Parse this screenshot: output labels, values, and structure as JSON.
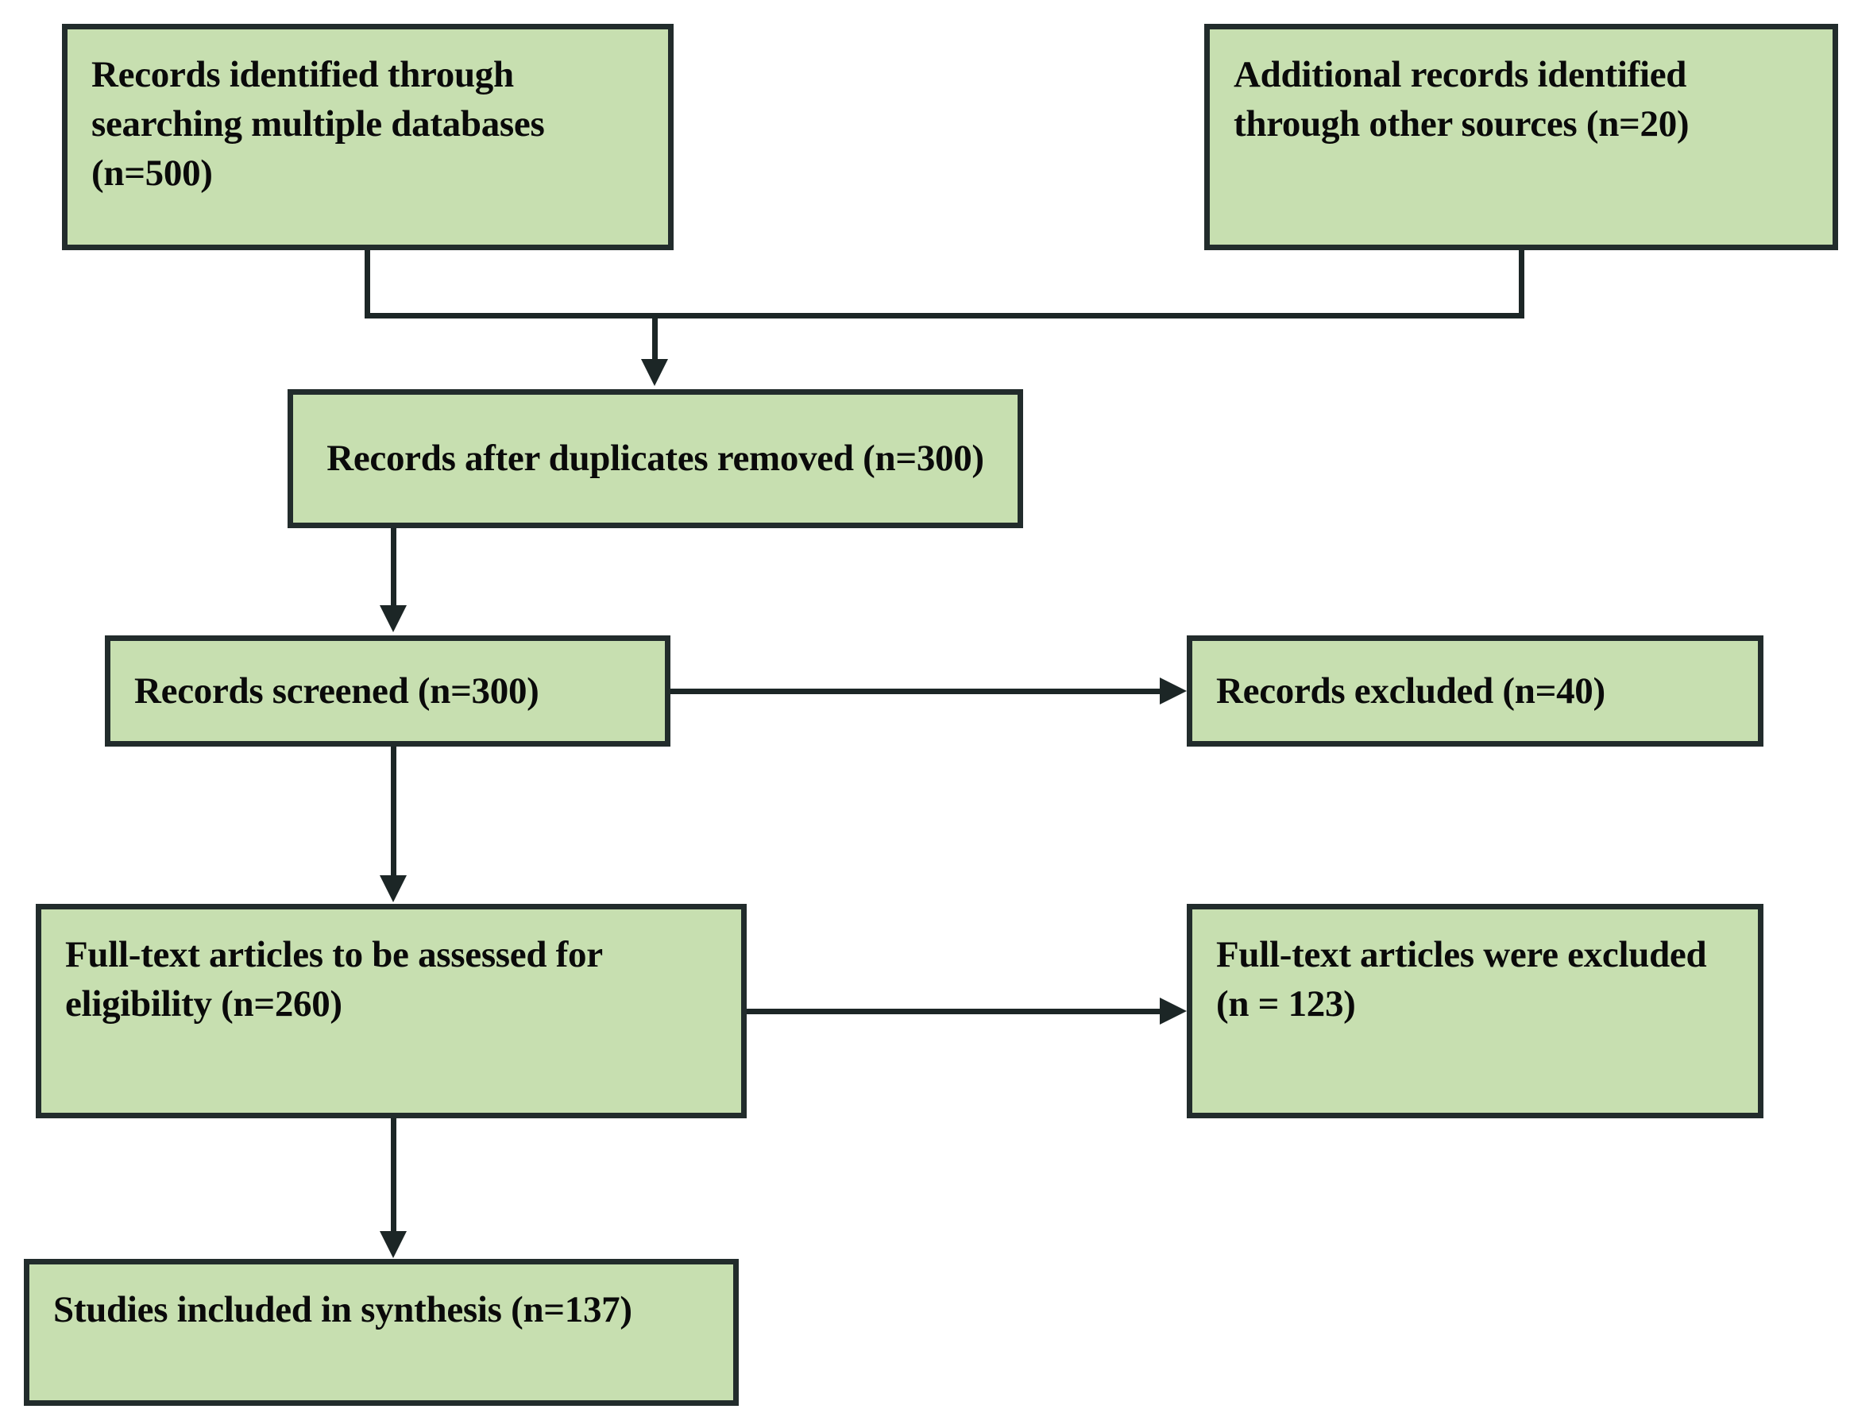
{
  "diagram": {
    "type": "prisma-flow-diagram",
    "title": "PRISMA study selection flow diagram",
    "colors": {
      "box_fill": "#c7dfb0",
      "box_border": "#222c2c",
      "connector": "#1c2626",
      "text": "#0a0a0a",
      "background": "#ffffff"
    },
    "boxes": [
      {
        "id": "identified-databases",
        "text": "Records identified through searching multiple databases (n=500)",
        "count_label": "n=500",
        "count": 500,
        "align": "left"
      },
      {
        "id": "additional-records",
        "text": "Additional records identified through other sources (n=20)",
        "count_label": "n=20",
        "count": 20,
        "align": "left"
      },
      {
        "id": "duplicates-removed",
        "text": "Records after duplicates removed (n=300)",
        "count_label": "n=300",
        "count": 300,
        "align": "center"
      },
      {
        "id": "records-screened",
        "text": "Records screened (n=300)",
        "count_label": "n=300",
        "count": 300,
        "align": "left"
      },
      {
        "id": "records-excluded",
        "text": "Records excluded (n=40)",
        "count_label": "n=40",
        "count": 40,
        "align": "left"
      },
      {
        "id": "fulltext-assessed",
        "text": "Full-text articles to be assessed for eligibility (n=260)",
        "count_label": "n=260",
        "count": 260,
        "align": "left"
      },
      {
        "id": "fulltext-excluded",
        "text": "Full-text articles were excluded (n = 123)",
        "count_label": "n = 123",
        "count": 123,
        "align": "left"
      },
      {
        "id": "studies-included",
        "text": "Studies included in synthesis (n=137)",
        "count_label": "n=137",
        "count": 137,
        "align": "left"
      }
    ],
    "connectors": [
      {
        "from": "identified-databases",
        "to": "duplicates-removed",
        "style": "merge-elbow",
        "arrow": true
      },
      {
        "from": "additional-records",
        "to": "duplicates-removed",
        "style": "merge-elbow",
        "arrow": true
      },
      {
        "from": "duplicates-removed",
        "to": "records-screened",
        "style": "vertical",
        "arrow": true
      },
      {
        "from": "records-screened",
        "to": "records-excluded",
        "style": "horizontal",
        "arrow": true
      },
      {
        "from": "records-screened",
        "to": "fulltext-assessed",
        "style": "vertical",
        "arrow": true
      },
      {
        "from": "fulltext-assessed",
        "to": "fulltext-excluded",
        "style": "horizontal",
        "arrow": true
      },
      {
        "from": "fulltext-assessed",
        "to": "studies-included",
        "style": "vertical",
        "arrow": true
      }
    ]
  }
}
